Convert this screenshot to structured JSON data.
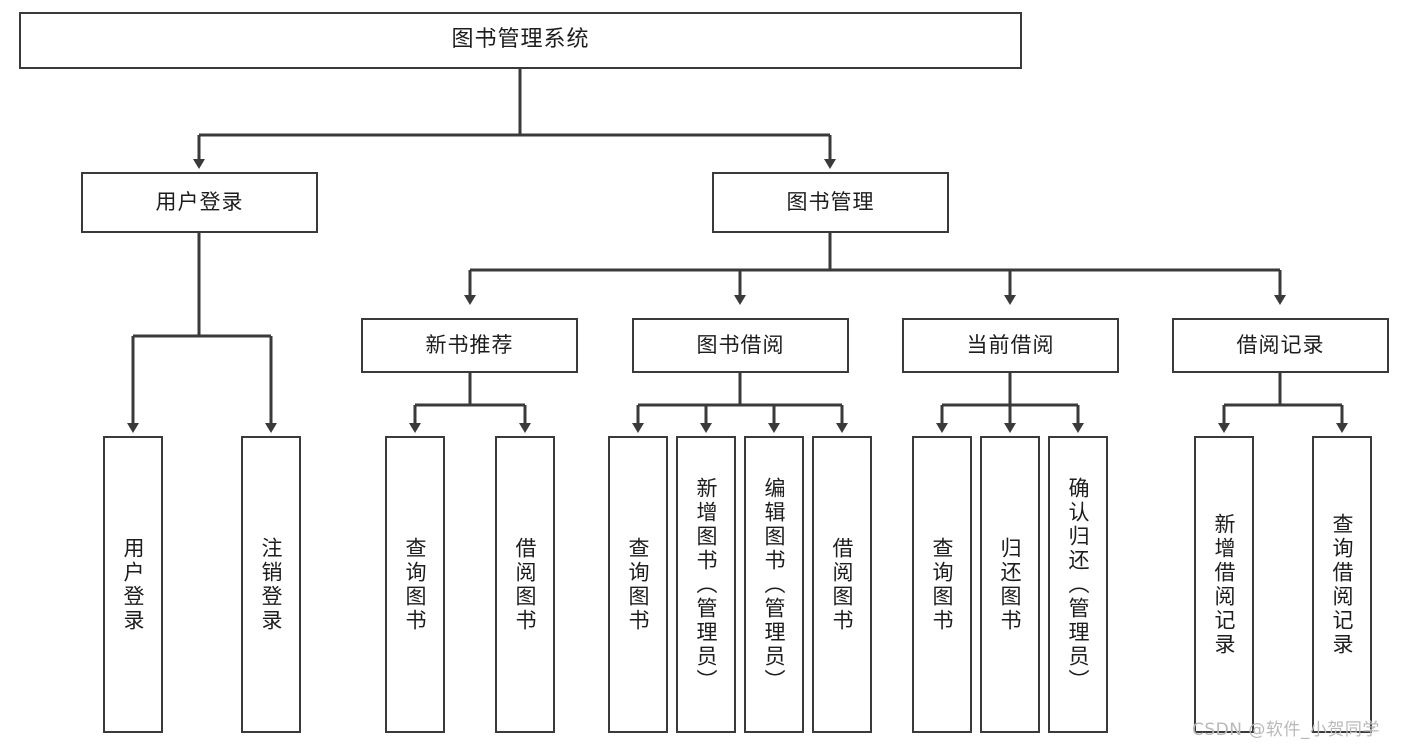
{
  "diagram": {
    "type": "tree",
    "title_node": {
      "id": "root",
      "label": "图书管理系统"
    },
    "level1": [
      {
        "id": "user-login",
        "label": "用户登录"
      },
      {
        "id": "book-manage",
        "label": "图书管理"
      }
    ],
    "level2": [
      {
        "id": "new-book-recommend",
        "label": "新书推荐",
        "parent": "book-manage"
      },
      {
        "id": "book-borrow",
        "label": "图书借阅",
        "parent": "book-manage"
      },
      {
        "id": "current-borrow",
        "label": "当前借阅",
        "parent": "book-manage"
      },
      {
        "id": "borrow-record",
        "label": "借阅记录",
        "parent": "book-manage"
      }
    ],
    "leaves": {
      "user_login": [
        {
          "id": "leaf-user-login",
          "label": "用户登录"
        },
        {
          "id": "leaf-logout-login",
          "label": "注销登录"
        }
      ],
      "new_book_recommend": [
        {
          "id": "leaf-query-book-1",
          "label": "查询图书"
        },
        {
          "id": "leaf-borrow-book-1",
          "label": "借阅图书"
        }
      ],
      "book_borrow": [
        {
          "id": "leaf-query-book-2",
          "label": "查询图书"
        },
        {
          "id": "leaf-add-book",
          "label": "新增图书（管理员）"
        },
        {
          "id": "leaf-edit-book",
          "label": "编辑图书（管理员）"
        },
        {
          "id": "leaf-borrow-book-2",
          "label": "借阅图书"
        }
      ],
      "current_borrow": [
        {
          "id": "leaf-query-book-3",
          "label": "查询图书"
        },
        {
          "id": "leaf-return-book",
          "label": "归还图书"
        },
        {
          "id": "leaf-confirm-return",
          "label": "确认归还（管理员）"
        }
      ],
      "borrow_record": [
        {
          "id": "leaf-add-record",
          "label": "新增借阅记录"
        },
        {
          "id": "leaf-query-record",
          "label": "查询借阅记录"
        }
      ]
    }
  },
  "watermark": {
    "text": "CSDN @软件_小贺同学"
  },
  "colors": {
    "background": "#ffffff",
    "stroke": "#3a3a3a",
    "text": "#1d1d1d",
    "watermark": "#b9b9b9"
  }
}
